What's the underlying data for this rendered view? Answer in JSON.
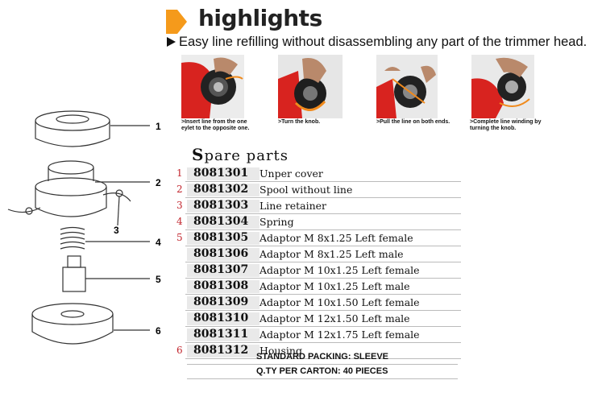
{
  "header": {
    "title": "highlights",
    "subtitle": "Easy line refilling without disassembling any part of the trimmer head.",
    "accent_color": "#f59a1b"
  },
  "steps": [
    {
      "caption": ">Insert line from the one eylet to the opposite one."
    },
    {
      "caption": ">Turn the knob."
    },
    {
      "caption": ">Pull the line on both ends."
    },
    {
      "caption": ">Complete line winding by turning the knob."
    }
  ],
  "spare_parts": {
    "title_initial": "S",
    "title_rest": "pare  parts",
    "rows": [
      {
        "num": "1",
        "code": "8081301",
        "desc": "Unper cover"
      },
      {
        "num": "2",
        "code": "8081302",
        "desc": "Spool without line"
      },
      {
        "num": "3",
        "code": "8081303",
        "desc": "Line retainer"
      },
      {
        "num": "4",
        "code": "8081304",
        "desc": "Spring"
      },
      {
        "num": "5",
        "code": "8081305",
        "desc": "Adaptor M 8x1.25 Left female"
      },
      {
        "num": "",
        "code": "8081306",
        "desc": "Adaptor M 8x1.25 Left male"
      },
      {
        "num": "",
        "code": "8081307",
        "desc": "Adaptor M 10x1.25 Left female"
      },
      {
        "num": "",
        "code": "8081308",
        "desc": "Adaptor M 10x1.25 Left male"
      },
      {
        "num": "",
        "code": "8081309",
        "desc": "Adaptor M 10x1.50 Left female"
      },
      {
        "num": "",
        "code": "8081310",
        "desc": "Adaptor M 12x1.50 Left male"
      },
      {
        "num": "",
        "code": "8081311",
        "desc": "Adaptor M 12x1.75 Left female"
      },
      {
        "num": "6",
        "code": "8081312",
        "desc": "Housing"
      }
    ],
    "packing": "STANDARD PACKING: SLEEVE",
    "carton": "Q.TY PER CARTON: 40 PIECES"
  },
  "drawing": {
    "labels": [
      "1",
      "2",
      "3",
      "4",
      "5",
      "6"
    ]
  }
}
